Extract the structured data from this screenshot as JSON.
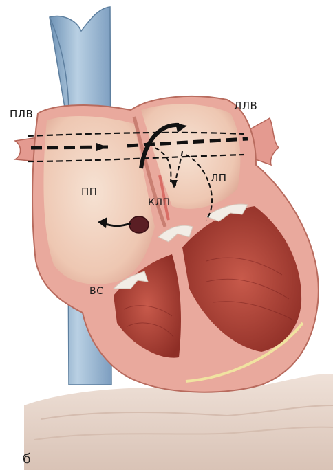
{
  "labels": {
    "plv": "ПЛВ",
    "llv": "ЛЛВ",
    "pp": "ПП",
    "lp": "ЛП",
    "klp": "КЛП",
    "vs": "ВС"
  },
  "panel_letter": "б",
  "colors": {
    "vessel": "#8fb2cf",
    "heart_wall": "#e8a49a",
    "atrium": "#f1d2c0",
    "myocardium": "#b8463a",
    "background_tissue": "#e6d3c8"
  }
}
